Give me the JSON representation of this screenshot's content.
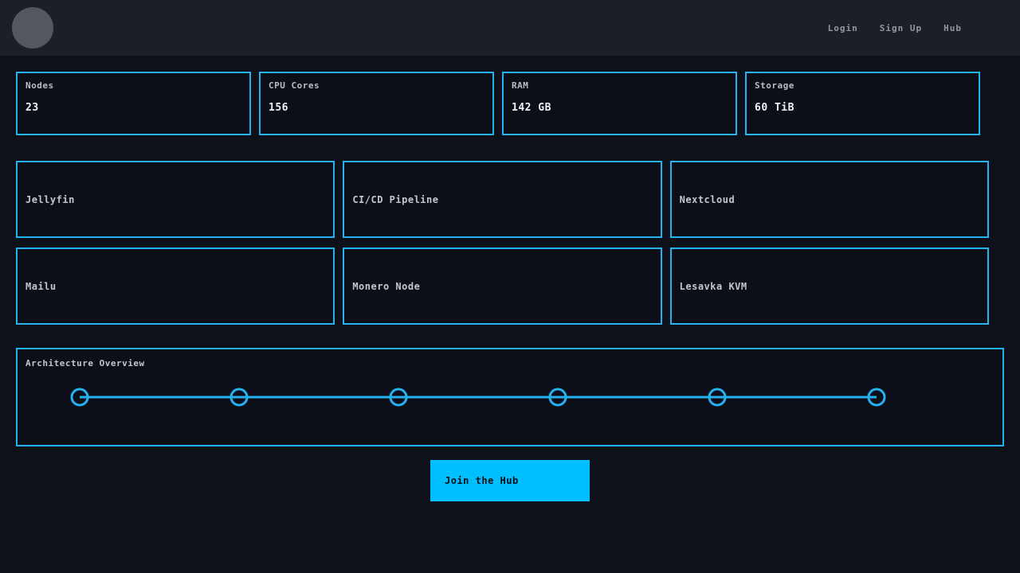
{
  "navbar": {
    "links": [
      {
        "label": "Login"
      },
      {
        "label": "Sign Up"
      },
      {
        "label": "Hub"
      }
    ]
  },
  "stats": [
    {
      "label": "Nodes",
      "value": "23"
    },
    {
      "label": "CPU Cores",
      "value": "156"
    },
    {
      "label": "RAM",
      "value": "142 GB"
    },
    {
      "label": "Storage",
      "value": "60 TiB"
    }
  ],
  "services": [
    {
      "name": "Jellyfin"
    },
    {
      "name": "CI/CD Pipeline"
    },
    {
      "name": "Nextcloud"
    },
    {
      "name": "Mailu"
    },
    {
      "name": "Monero Node"
    },
    {
      "name": "Lesavka KVM"
    }
  ],
  "architecture": {
    "title": "Architecture Overview",
    "node_count": 6
  },
  "cta": {
    "label": "Join the Hub"
  },
  "colors": {
    "accent": "#25b2f0",
    "button": "#00bfff",
    "background": "#0f111a",
    "navbar": "#1d1f27",
    "card_background": "#0d0f18"
  }
}
